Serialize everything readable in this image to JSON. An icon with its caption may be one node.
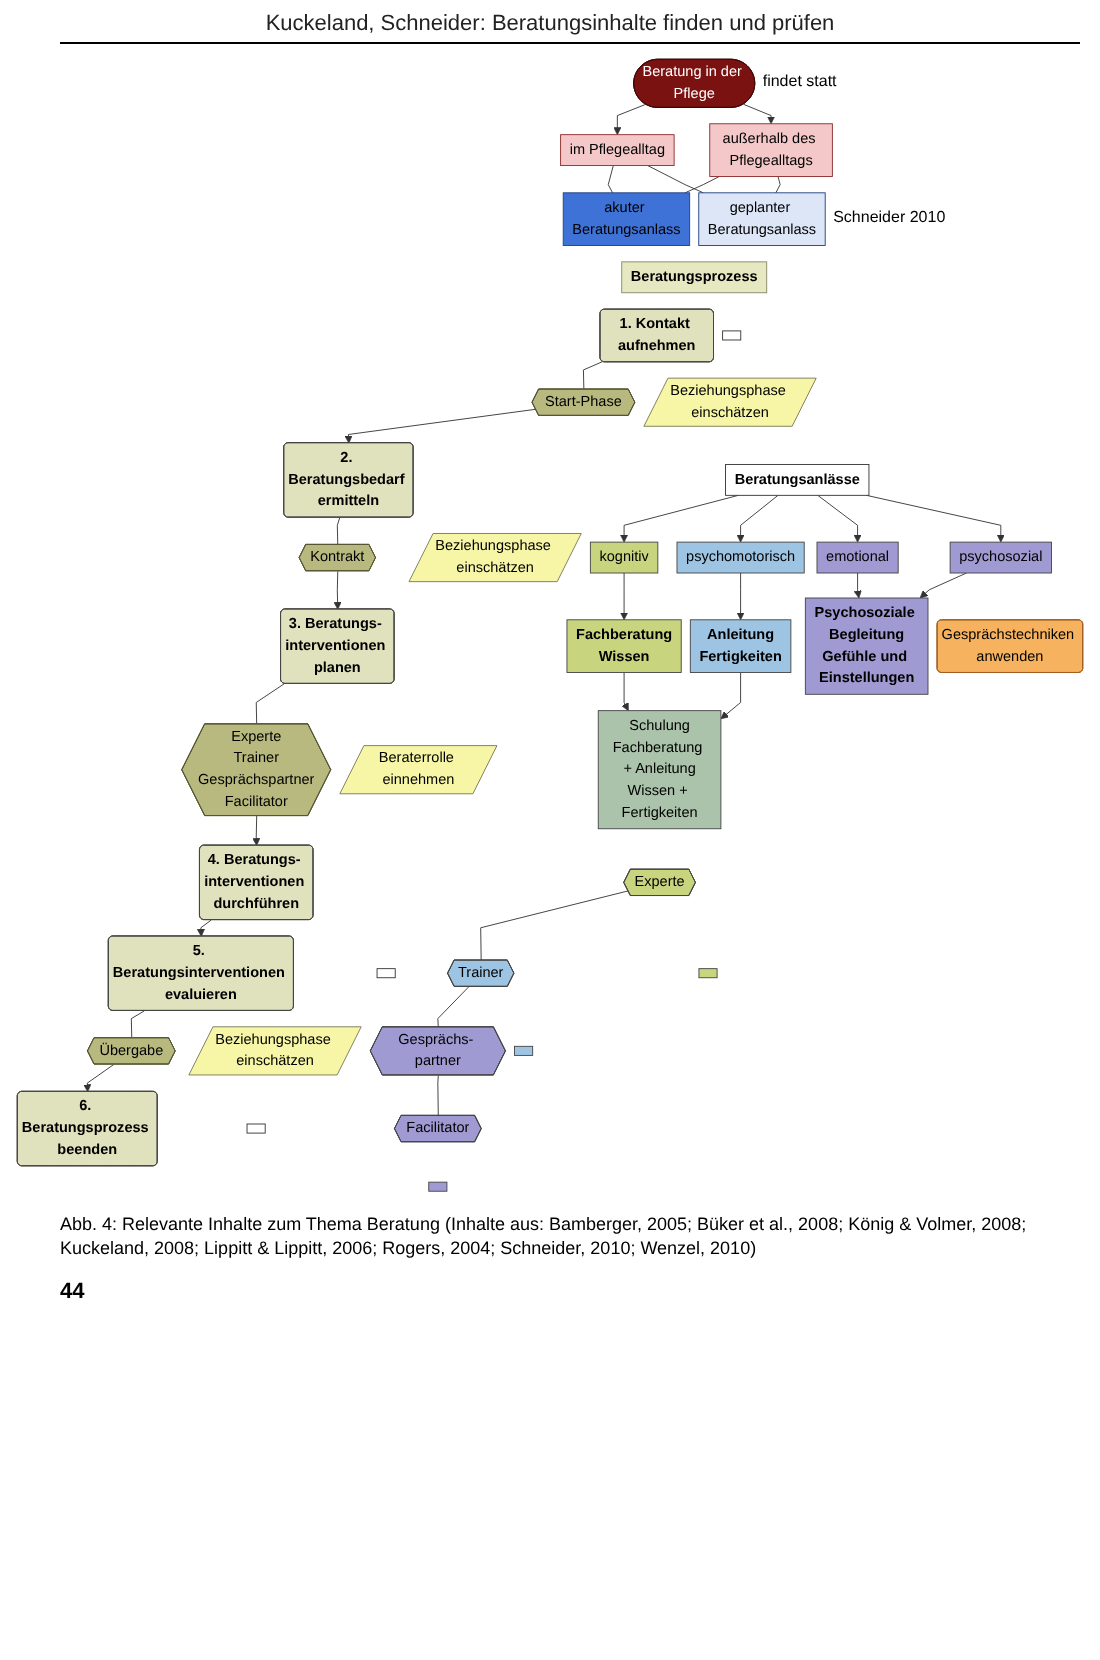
{
  "diagram": {
    "caption": "Abb. 4: Relevante Inhalte zum Thema Beratung (Inhalte aus: Bamberger, 2005; Büker et al., 2008; König & Volmer, 2008; Kuckeland, 2008; Lippitt & Lippitt, 2006; Rogers, 2004; Schneider, 2010; Wenzel, 2010)",
    "nodes": [
      {
        "text": [
          "Beratung in der Pflege"
        ]
      },
      {
        "text": [
          "im Pflegealltag"
        ]
      },
      {
        "text": [
          "außerhalb des Pflegealltags"
        ]
      },
      {
        "text": [
          "akuter Beratungsanlass"
        ]
      },
      {
        "text": [
          "geplanter Beratungsanlass"
        ]
      },
      {
        "text": [
          "Beratungsprozess"
        ]
      },
      {
        "text": [
          "1. Kontakt aufnehmen"
        ]
      },
      {
        "text": [],
        "shape": "box"
      },
      {
        "text": [
          "Beziehungsphase einschätzen"
        ]
      },
      {
        "text": [
          "Start-Phase"
        ]
      },
      {
        "text": [
          "2. Beratungsbedarf ermitteln"
        ]
      },
      {
        "text": [
          "Beratungsanlässe"
        ]
      },
      {
        "text": [
          "Beziehungsphase einschätzen"
        ]
      },
      {
        "text": [
          "Kontrakt"
        ]
      },
      {
        "text": [
          "kognitiv"
        ]
      },
      {
        "text": [
          "psychomotorisch"
        ]
      },
      {
        "text": [
          "emotional"
        ]
      },
      {
        "text": [
          "psychosozial"
        ]
      },
      {
        "text": [
          "3. Beratungs- interventionen planen"
        ]
      },
      {
        "text": [
          "Fachberatung",
          "Wissen"
        ]
      },
      {
        "text": [
          "Anleitung",
          "Fertigkeiten"
        ]
      },
      {
        "text": [
          "Psychosoziale Begleitung",
          "Gefühle und Einstellungen"
        ]
      },
      {
        "text": [
          "Schulung",
          "Fachberatung + Anleitung",
          "Wissen + Fertigkeiten"
        ]
      },
      {
        "text": [
          "Gesprächstechniken anwenden"
        ]
      },
      {
        "text": [
          "Experte",
          "Trainer",
          "Gesprächspartner",
          "Facilitator"
        ]
      },
      {
        "text": [
          "Beraterrolle einnehmen"
        ]
      },
      {
        "text": [
          "Experte"
        ]
      },
      {
        "text": [
          "Trainer"
        ]
      },
      {
        "text": [
          "Gesprächs- partner"
        ]
      },
      {
        "text": [
          "Facilitator"
        ]
      },
      {
        "text": [
          "4. Beratungs- interventionen durchführen"
        ]
      },
      {
        "text": [],
        "shape": "box"
      },
      {
        "text": [],
        "shape": "box"
      },
      {
        "text": [],
        "shape": "box"
      },
      {
        "text": [
          "5. Beratungsinterventionen evaluieren"
        ]
      },
      {
        "text": [],
        "shape": "box"
      },
      {
        "text": [
          "Übergabe"
        ]
      },
      {
        "text": [
          "Beziehungsphase einschätzen"
        ]
      },
      {
        "text": [
          "6. Beratungsprozess beenden"
        ]
      },
      {
        "text": [],
        "shape": "box"
      }
    ],
    "edges": [
      {
        "from": 0,
        "to": 1,
        "arrow": "to"
      },
      {
        "from": 0,
        "to": 2,
        "arrow": "to"
      },
      {
        "from": 1,
        "to": 3,
        "arrow": "none"
      },
      {
        "from": 1,
        "to": 4,
        "arrow": "none"
      },
      {
        "from": 2,
        "to": 3,
        "arrow": "none"
      },
      {
        "from": 2,
        "to": 4,
        "arrow": "none"
      },
      {
        "from": 6,
        "to": 9,
        "arrow": "none"
      },
      {
        "from": 9,
        "to": 10,
        "arrow": "to"
      },
      {
        "from": 10,
        "to": 13,
        "arrow": "none"
      },
      {
        "from": 13,
        "to": 18,
        "arrow": "to"
      },
      {
        "from": 11,
        "to": 14,
        "arrow": "to"
      },
      {
        "from": 11,
        "to": 15,
        "arrow": "to"
      },
      {
        "from": 11,
        "to": 16,
        "arrow": "to"
      },
      {
        "from": 11,
        "to": 17,
        "arrow": "to"
      },
      {
        "from": 14,
        "to": 19,
        "arrow": "to"
      },
      {
        "from": 15,
        "to": 20,
        "arrow": "to"
      },
      {
        "from": 16,
        "to": 21,
        "arrow": "to"
      },
      {
        "from": 17,
        "to": 21,
        "arrow": "to"
      },
      {
        "from": 19,
        "to": 22,
        "arrow": "to"
      },
      {
        "from": 20,
        "to": 22,
        "arrow": "to"
      },
      {
        "from": 18,
        "to": 24,
        "arrow": "none"
      },
      {
        "from": 24,
        "to": 30,
        "arrow": "to"
      },
      {
        "from": 26,
        "to": 27,
        "arrow": "none"
      },
      {
        "from": 27,
        "to": 28,
        "arrow": "none"
      },
      {
        "from": 28,
        "to": 29,
        "arrow": "none"
      },
      {
        "from": 30,
        "to": 34,
        "arrow": "to"
      },
      {
        "from": 34,
        "to": 36,
        "arrow": "none"
      },
      {
        "from": 36,
        "to": 38,
        "arrow": "to"
      }
    ],
    "labels": [
      "Kuckeland, Schneider: Beratungsinhalte finden und prüfen",
      "findet statt",
      "Schneider 2010",
      "44"
    ]
  }
}
